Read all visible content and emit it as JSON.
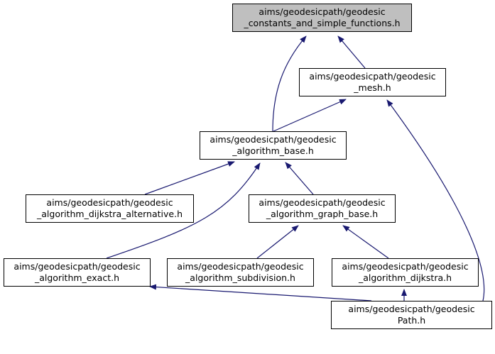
{
  "nodes": [
    {
      "id": "n_constants",
      "lines": [
        "aims/geodesicpath/geodesic",
        "_constants_and_simple_functions.h"
      ],
      "root": true
    },
    {
      "id": "n_mesh",
      "lines": [
        "aims/geodesicpath/geodesic",
        "_mesh.h"
      ]
    },
    {
      "id": "n_base",
      "lines": [
        "aims/geodesicpath/geodesic",
        "_algorithm_base.h"
      ]
    },
    {
      "id": "n_dijkstra_alt",
      "lines": [
        "aims/geodesicpath/geodesic",
        "_algorithm_dijkstra_alternative.h"
      ]
    },
    {
      "id": "n_graph_base",
      "lines": [
        "aims/geodesicpath/geodesic",
        "_algorithm_graph_base.h"
      ]
    },
    {
      "id": "n_exact",
      "lines": [
        "aims/geodesicpath/geodesic",
        "_algorithm_exact.h"
      ]
    },
    {
      "id": "n_subdivision",
      "lines": [
        "aims/geodesicpath/geodesic",
        "_algorithm_subdivision.h"
      ]
    },
    {
      "id": "n_dijkstra",
      "lines": [
        "aims/geodesicpath/geodesic",
        "_algorithm_dijkstra.h"
      ]
    },
    {
      "id": "n_path",
      "lines": [
        "aims/geodesicpath/geodesic",
        "Path.h"
      ]
    }
  ],
  "edges": [
    {
      "from": "n_base",
      "to": "n_constants"
    },
    {
      "from": "n_mesh",
      "to": "n_constants"
    },
    {
      "from": "n_base",
      "to": "n_mesh"
    },
    {
      "from": "n_path",
      "to": "n_mesh"
    },
    {
      "from": "n_dijkstra_alt",
      "to": "n_base"
    },
    {
      "from": "n_exact",
      "to": "n_base"
    },
    {
      "from": "n_graph_base",
      "to": "n_base"
    },
    {
      "from": "n_subdivision",
      "to": "n_graph_base"
    },
    {
      "from": "n_dijkstra",
      "to": "n_graph_base"
    },
    {
      "from": "n_path",
      "to": "n_dijkstra"
    },
    {
      "from": "n_path",
      "to": "n_exact"
    }
  ],
  "colors": {
    "edge": "#191970",
    "root_fill": "#bfbfbf",
    "node_fill": "#ffffff",
    "border": "#000000"
  }
}
